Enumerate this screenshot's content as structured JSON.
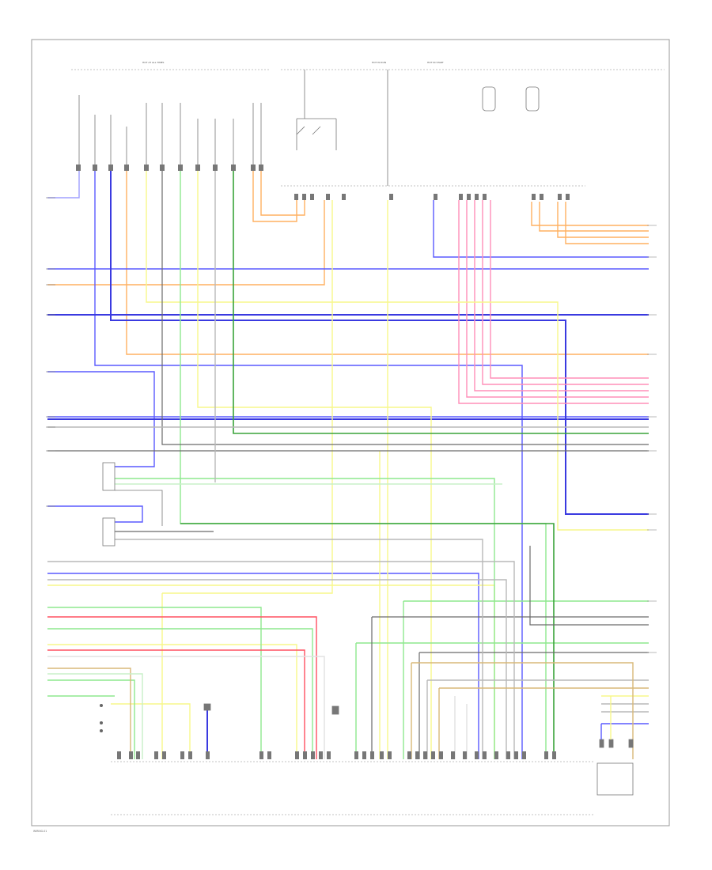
{
  "footer": {
    "code": "WIRING-01"
  },
  "top_labels": [
    "HOT AT ALL TIMES",
    "HOT IN RUN",
    "HOT IN START"
  ],
  "wire_colors": {
    "BLU": "#5a5aff",
    "BLU_DARK": "#3a3ae0",
    "ORG": "#ffb060",
    "YEL": "#f7f78a",
    "GRN": "#8ee88e",
    "GRN_DARK": "#3aa33a",
    "PNK": "#ff8fb8",
    "RED": "#ff5060",
    "GRY": "#b8b8b8",
    "BLK": "#6a6a6a",
    "BRN": "#d8b878",
    "WHT": "#e2e2e2",
    "LTBLU": "#a0a0ff",
    "LTGRN": "#c8f0c8"
  },
  "icons": {
    "ground": "ground-icon",
    "connector": "connector-icon",
    "switch": "switch-icon"
  }
}
